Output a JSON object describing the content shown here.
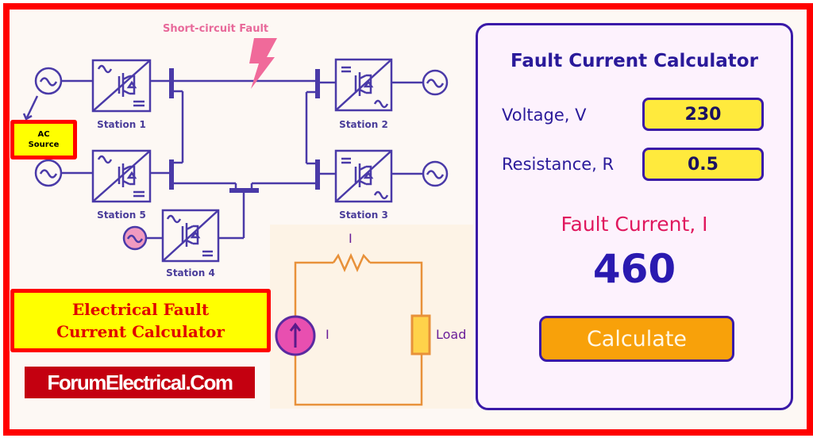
{
  "diagram": {
    "fault_label": "Short-circuit Fault",
    "ac_source_label": [
      "AC",
      "Source"
    ],
    "stations": [
      {
        "id": "station-1",
        "label": "Station 1"
      },
      {
        "id": "station-2",
        "label": "Station 2"
      },
      {
        "id": "station-3",
        "label": "Station 3"
      },
      {
        "id": "station-4",
        "label": "Station 4"
      },
      {
        "id": "station-5",
        "label": "Station 5"
      }
    ],
    "colors": {
      "line": "#4a3aa8",
      "fault": "#f06a9a",
      "highlight_source": "#f09ac0"
    }
  },
  "banner": {
    "title_line1": "Electrical Fault",
    "title_line2": "Current Calculator",
    "brand": "ForumElectrical.Com"
  },
  "circuit": {
    "resistor_label": "I",
    "source_label": "I",
    "load_label": "Load",
    "colors": {
      "wire": "#e8913a",
      "source_fill": "#e84fb0",
      "load_fill": "#ffd24a"
    }
  },
  "calculator": {
    "title": "Fault Current Calculator",
    "voltage_label": "Voltage, V",
    "voltage_value": "230",
    "resistance_label": "Resistance, R",
    "resistance_value": "0.5",
    "result_label": "Fault Current, I",
    "result_value": "460",
    "button_label": "Calculate"
  }
}
